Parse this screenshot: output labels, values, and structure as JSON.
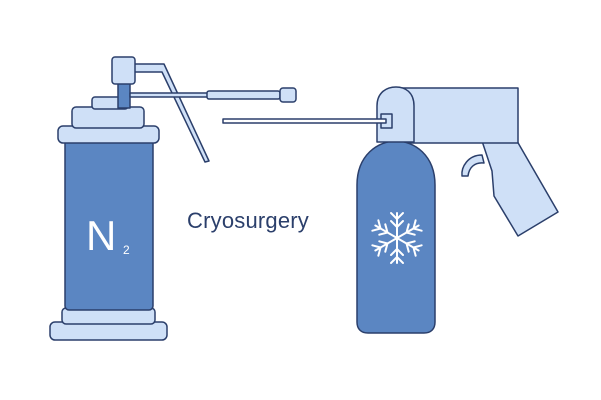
{
  "diagram": {
    "title": "Cryosurgery",
    "canister_label": {
      "symbol": "N",
      "subscript": "2"
    },
    "colors": {
      "outline": "#2b3f6b",
      "canister_body": "#5b86c2",
      "light_fill": "#cfe0f7",
      "snowflake": "#ffffff"
    },
    "icons": [
      "snowflake-icon"
    ]
  }
}
